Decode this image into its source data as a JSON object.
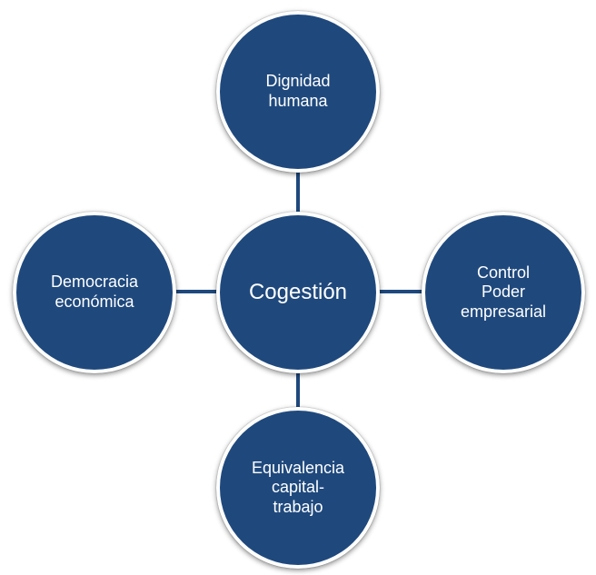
{
  "colors": {
    "node_fill": "#1f497d",
    "node_border": "#ffffff",
    "connector": "#1f497d",
    "background": "#ffffff"
  },
  "center": {
    "label": "Cogestión"
  },
  "nodes": {
    "top": {
      "label": "Dignidad\nhumana"
    },
    "right": {
      "label": "Control\nPoder\nempresarial"
    },
    "bottom": {
      "label": "Equivalencia\ncapital-\ntrabajo"
    },
    "left": {
      "label": "Democracia\neconómica"
    }
  }
}
